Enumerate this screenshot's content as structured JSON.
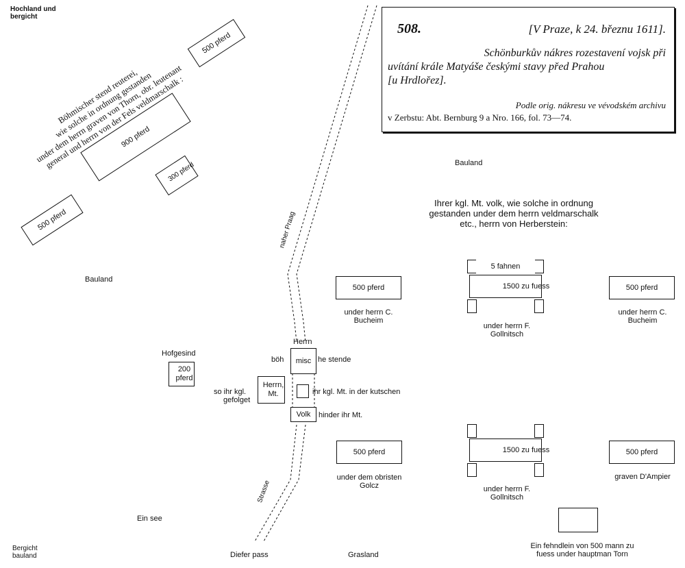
{
  "header": {
    "number": "508.",
    "date": "[V Praze, k 24. březnu 1611].",
    "title_line1": "Schönburkův nákres rozestavení vojsk při",
    "title_line2": "uvítání krále Matyáše českými stavy před Prahou",
    "title_line3": "[u Hrdlořez].",
    "source_line1": "Podle orig. nákresu ve vévodském archivu",
    "source_line2": "v Zerbstu: Abt. Bernburg 9 a Nro. 166, fol. 73—74."
  },
  "bohemian": {
    "heading_1": "Böhmischer stend reuterei,",
    "heading_2": "wie solche in ordnung gestanden",
    "heading_3": "under dem herrn graven von Thorn, obr. leutenant",
    "heading_4": "general und herrn von der Fels veldmarschalk :",
    "box_500_top": "500 pferd",
    "box_900": "900 pferd",
    "box_300": "300 pferd",
    "box_500_left": "500 pferd"
  },
  "places": {
    "hochland": "Hochland und bergicht",
    "bauland_right": "Bauland",
    "bauland_left": "Bauland",
    "naher_praag": "naher Praag",
    "strasse": "Strasse",
    "ein_see": "Ein see",
    "bergicht_bauland": "Bergicht bauland",
    "diefer_pass": "Diefer pass",
    "grasland": "Grasland"
  },
  "royal": {
    "heading_1": "Ihrer kgl. Mt. volk, wie solche in ordnung",
    "heading_2": "gestanden under dem herrn veldmarschalk",
    "heading_3": "etc., herrn von Herberstein:",
    "top_left_box": "500 pferd",
    "top_left_caption": "under herrn C. Bucheim",
    "top_center_flags": "5 fahnen",
    "top_center_box": "1500 zu fuess",
    "top_center_caption": "under herrn F. Gollnitsch",
    "top_right_box": "500 pferd",
    "top_right_caption": "under herrn C. Bucheim",
    "bottom_left_box": "500 pferd",
    "bottom_left_caption": "under dem obristen Golcz",
    "bottom_center_box": "1500 zu fuess",
    "bottom_center_caption": "under herrn F. Gollnitsch",
    "bottom_right_box": "500 pferd",
    "bottom_right_caption": "graven D'Ampier",
    "fehndlein_caption": "Ein fehndlein von 500 mann zu fuess under hauptman Torn"
  },
  "center": {
    "herrn": "Herrn",
    "boehmische_left": "böh",
    "boehmische_mid": "misc",
    "boehmische_right": "he stende",
    "hofgesind": "Hofgesind",
    "hofgesind_box": "200 pferd",
    "herrn_mt_box": "Herrn, Mt.",
    "herrn_so": "so ihr kgl.",
    "gefolget": "gefolget",
    "kutschen": "ihr kgl. Mt. in der kutschen",
    "volk": "Volk",
    "hinder": "hinder ihr Mt."
  }
}
